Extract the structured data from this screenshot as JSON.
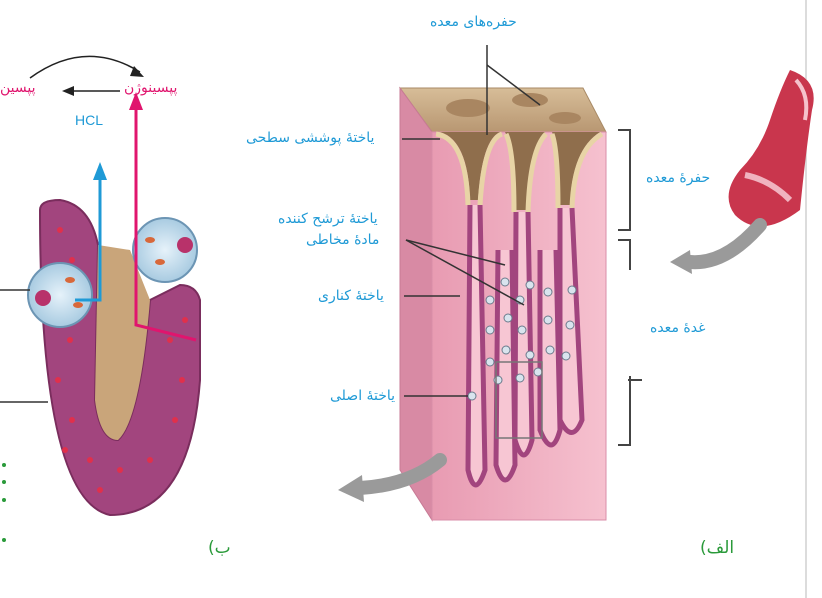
{
  "labels": {
    "gastric_pits_top": "حفره‌های معده",
    "surface_cell": "یاختهٔ پوششی سطحی",
    "mucus_cell_line1": "یاختهٔ ترشح کننده",
    "mucus_cell_line2": "مادهٔ مخاطی",
    "parietal_cell": "یاختهٔ کناری",
    "chief_cell": "یاختهٔ اصلی",
    "gastric_pit_side": "حفرهٔ معده",
    "gastric_gland_side": "غدهٔ معده",
    "pepsin": "پپسین",
    "pepsinogen": "پپسینوژن",
    "hcl": "HCL",
    "fig_a": "الف)",
    "fig_b": "ب)"
  },
  "colors": {
    "label_blue": "#1f9ad6",
    "label_pink": "#e0156e",
    "fig_label_green": "#2a9a3a",
    "tissue_pink": "#f0a9bd",
    "gland_purple": "#a2457e",
    "surface_tan": "#c9ab86"
  }
}
